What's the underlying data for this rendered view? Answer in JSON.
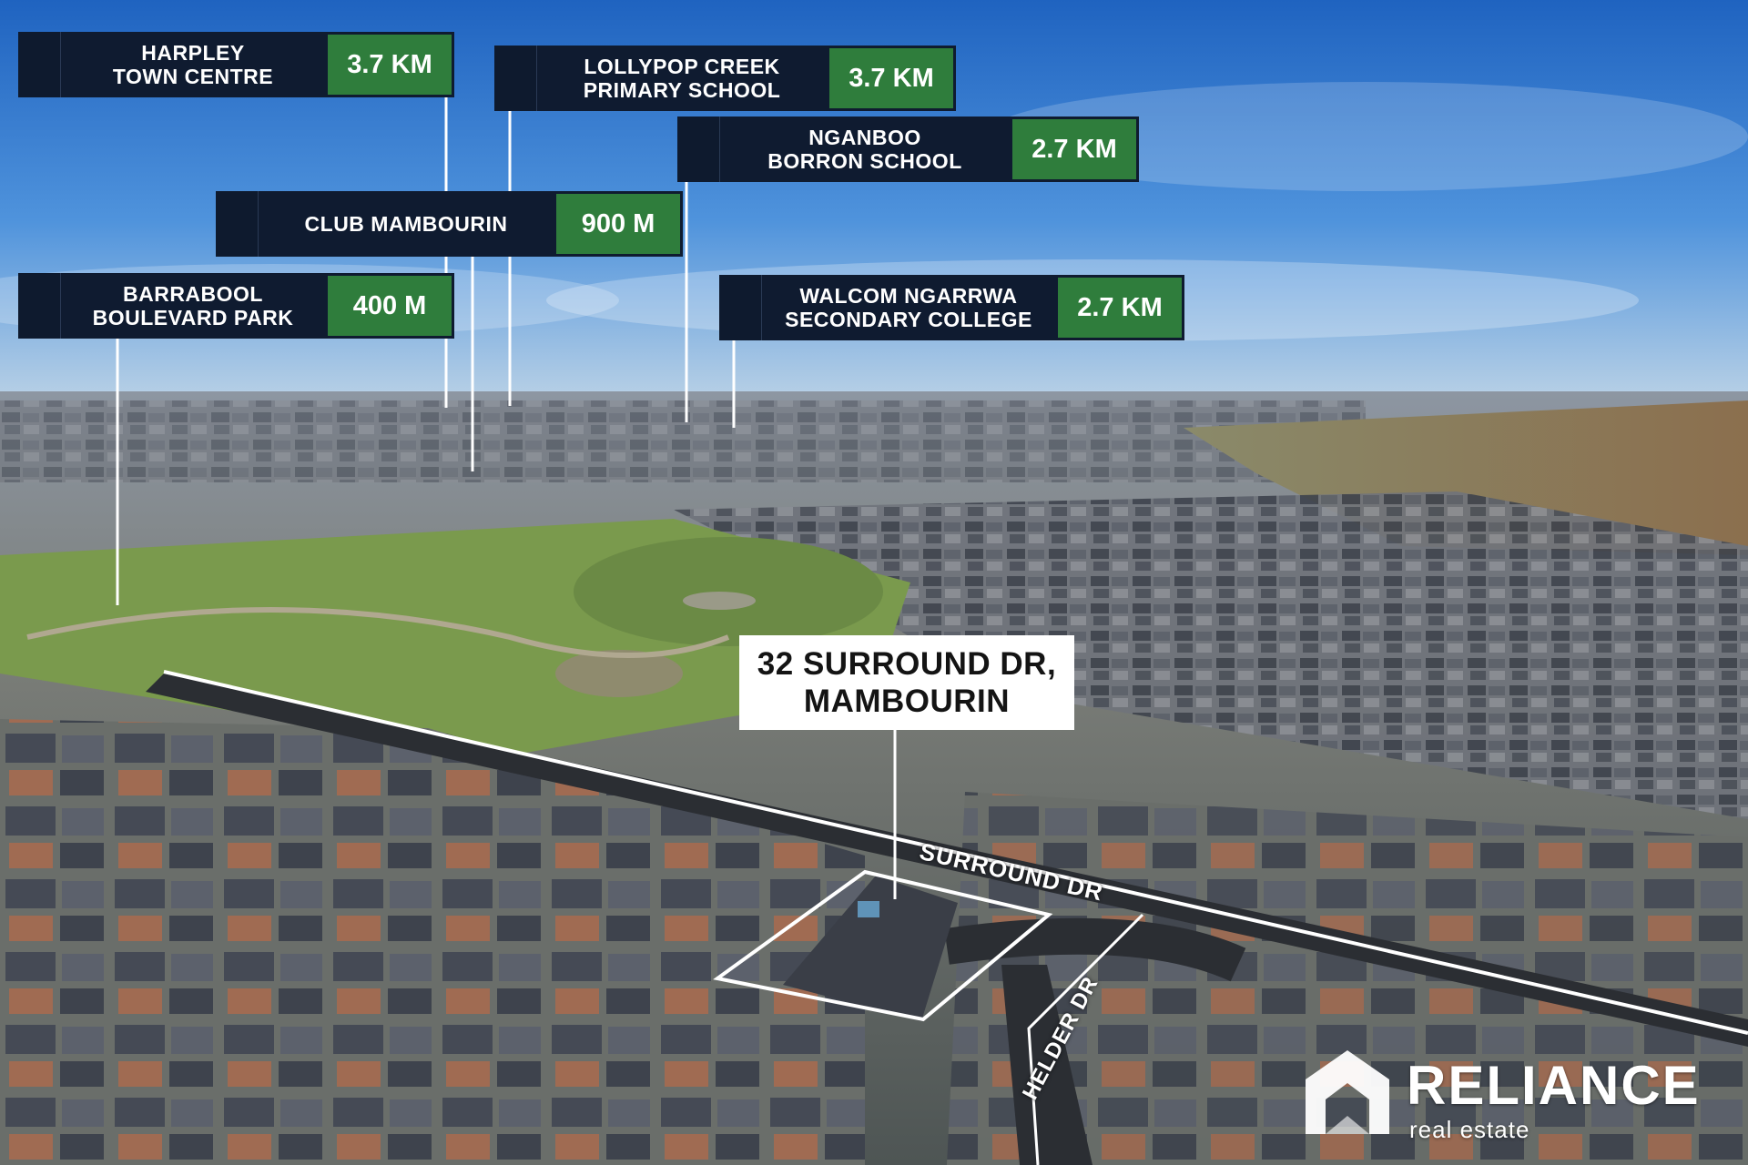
{
  "points_of_interest": [
    {
      "name": "HARPLEY\nTOWN CENTRE",
      "distance": "3.7 KM"
    },
    {
      "name": "LOLLYPOP CREEK\nPRIMARY SCHOOL",
      "distance": "3.7 KM"
    },
    {
      "name": "NGANBOO\nBORRON SCHOOL",
      "distance": "2.7 KM"
    },
    {
      "name": "CLUB MAMBOURIN",
      "distance": "900 M"
    },
    {
      "name": "BARRABOOL\nBOULEVARD PARK",
      "distance": "400 M"
    },
    {
      "name": "WALCOM NGARRWA\nSECONDARY COLLEGE",
      "distance": "2.7 KM"
    }
  ],
  "property": {
    "address": "32 SURROUND DR,\nMAMBOURIN"
  },
  "streets": {
    "surround": "SURROUND DR",
    "helder": "HELDER DR"
  },
  "brand": {
    "name": "RELIANCE",
    "tagline": "real estate"
  },
  "colors": {
    "label_bg": "#0f1b30",
    "distance_bg": "#2f7d3c",
    "text": "#ffffff"
  }
}
